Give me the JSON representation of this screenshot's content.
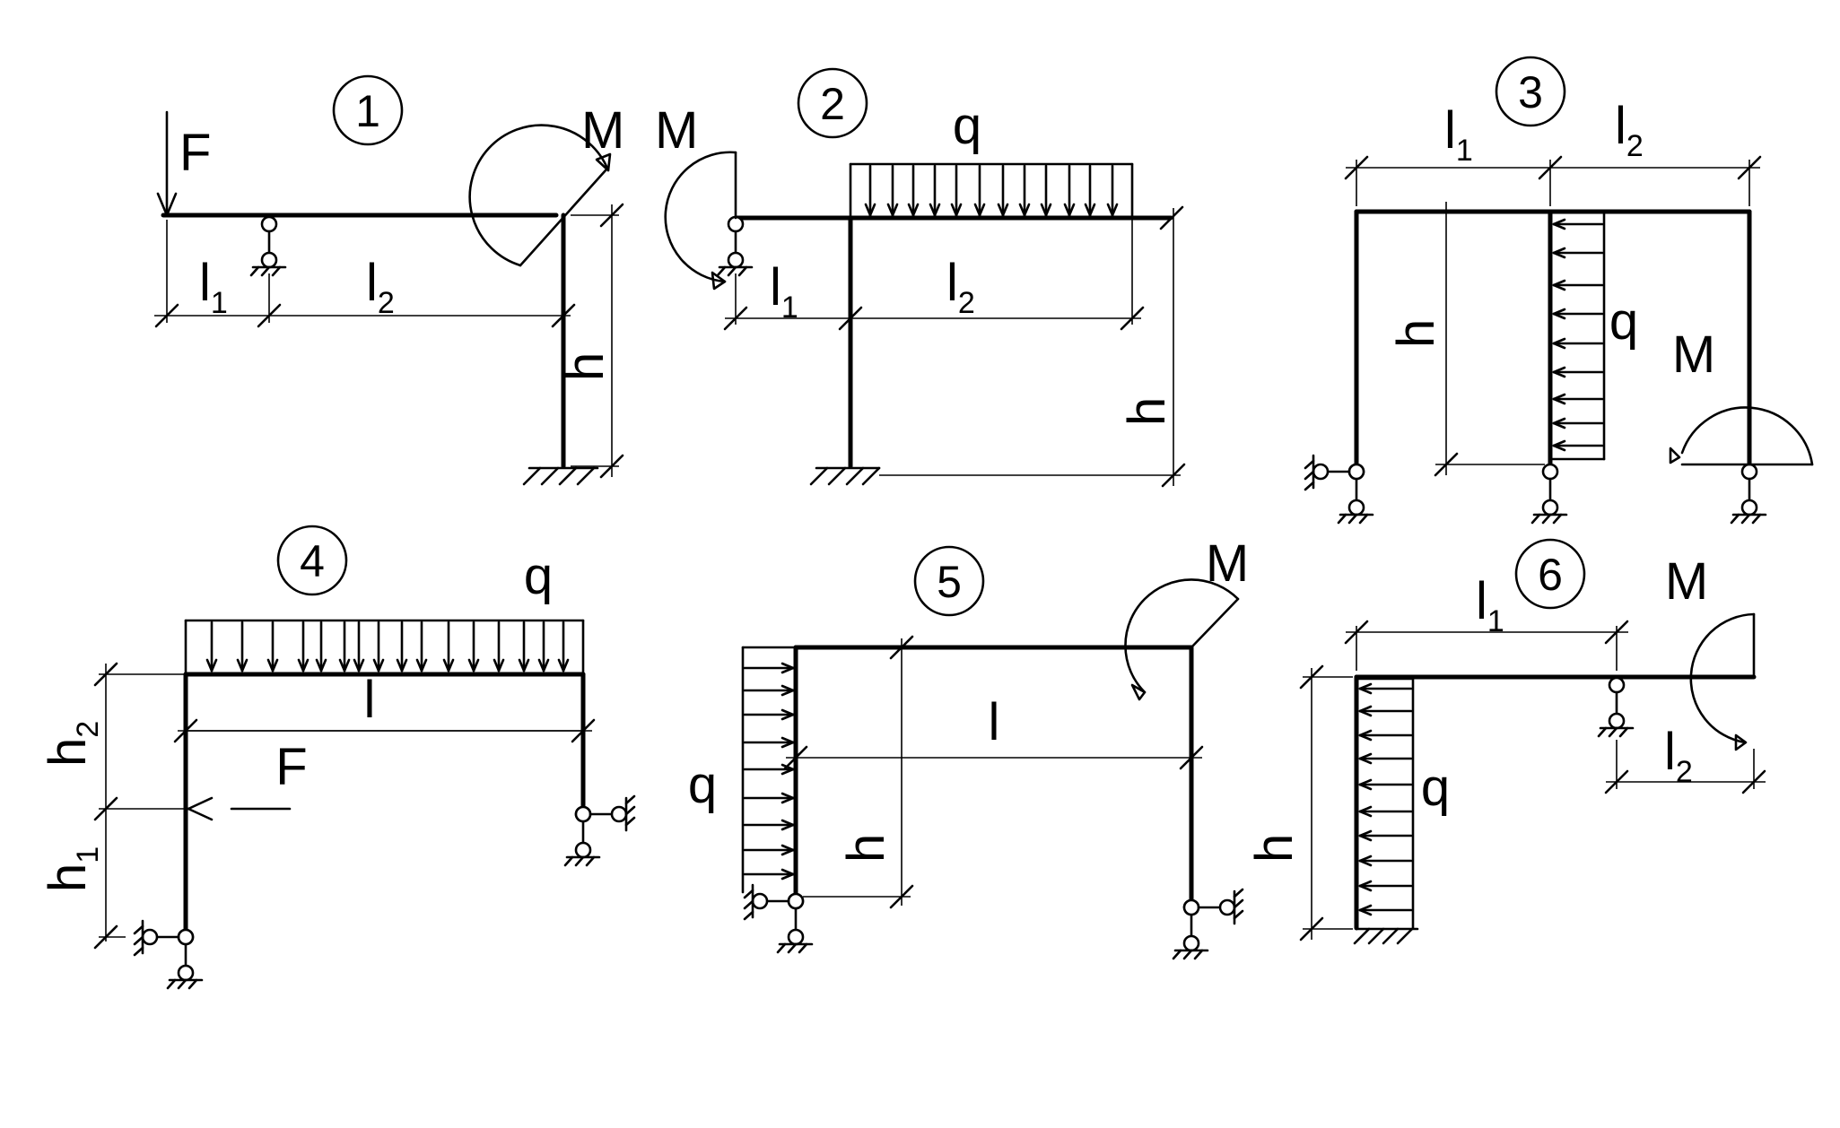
{
  "figures": [
    {
      "number": "1",
      "labels": {
        "force": "F",
        "moment": "M",
        "l": "l",
        "l1_sub": "1",
        "l2_sub": "2",
        "height": "h"
      }
    },
    {
      "number": "2",
      "labels": {
        "moment": "M",
        "load": "q",
        "l": "l",
        "l1_sub": "1",
        "l2_sub": "2",
        "height": "h"
      }
    },
    {
      "number": "3",
      "labels": {
        "load": "q",
        "moment": "M",
        "l": "l",
        "l1_sub": "1",
        "l2_sub": "2",
        "height": "h"
      }
    },
    {
      "number": "4",
      "labels": {
        "load": "q",
        "force": "F",
        "span": "l",
        "h": "h",
        "h1_sub": "1",
        "h2_sub": "2"
      }
    },
    {
      "number": "5",
      "labels": {
        "load": "q",
        "moment": "M",
        "span": "l",
        "height": "h"
      }
    },
    {
      "number": "6",
      "labels": {
        "load": "q",
        "moment": "M",
        "l": "l",
        "l1_sub": "1",
        "l2_sub": "2",
        "height": "h"
      }
    }
  ]
}
